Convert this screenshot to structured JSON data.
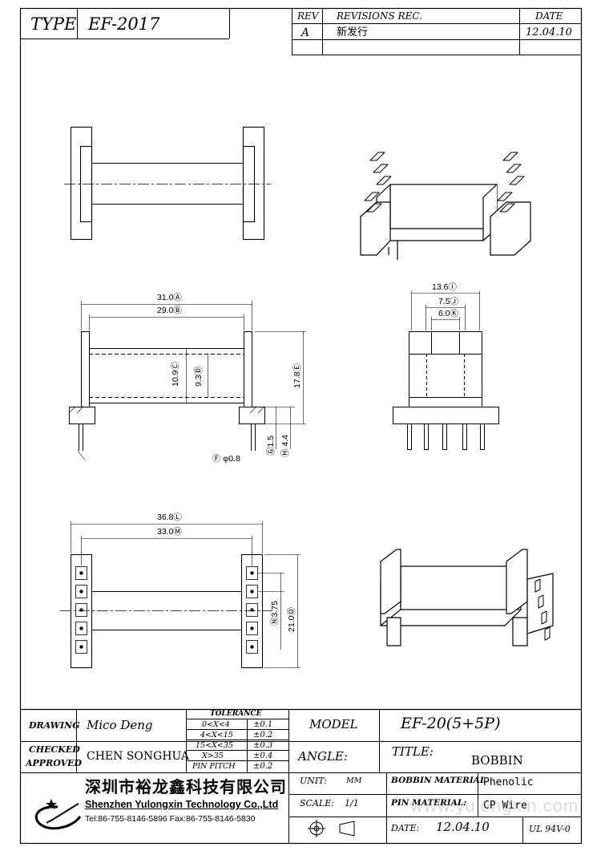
{
  "header": {
    "type_label": "TYPE",
    "type_value": "EF-2017",
    "rev_label": "REV",
    "revisions_label": "REVISIONS REC.",
    "date_label": "DATE",
    "rev_value": "A",
    "revision_text": "新发行",
    "revision_date": "12.04.10"
  },
  "dimensions": {
    "front_overall_width": "31.0Ⓐ",
    "front_inner_width": "29.0Ⓑ",
    "front_height_c": "10.9Ⓒ",
    "front_height_d": "9.3Ⓓ",
    "front_height_e": "17.8Ⓔ",
    "pin_diameter": "Ⓕ φ0.8",
    "pin_g": "Ⓖ1.5",
    "pin_h": "Ⓗ 4.4",
    "side_width_i": "13.6Ⓘ",
    "side_width_j": "7.5Ⓙ",
    "side_width_k": "6.0Ⓚ",
    "bottom_width_l": "36.8Ⓛ",
    "bottom_width_m": "33.0Ⓜ",
    "bottom_pitch_n": "Ⓝ3.75",
    "bottom_height_o": "21.0Ⓞ"
  },
  "titleblock": {
    "drawing_label": "DRAWING",
    "drawing_value": "Mico Deng",
    "checked_label": "CHECKED",
    "approved_label": "APPROVED",
    "approved_value": "CHEN SONGHUA",
    "tolerance_title": "TOLERANCE",
    "tolerances": [
      {
        "range": "0<X<4",
        "value": "±0.1"
      },
      {
        "range": "4<X<15",
        "value": "±0.2"
      },
      {
        "range": "15<X<35",
        "value": "±0.3"
      },
      {
        "range": "X>35",
        "value": "±0.4"
      },
      {
        "range": "PIN PITCH",
        "value": "±0.2"
      }
    ],
    "model_label": "MODEL",
    "model_value": "EF-20(5+5P)",
    "angle_label": "ANGLE:",
    "title_label": "TITLE:",
    "title_value": "BOBBIN",
    "company_cn": "深圳市裕龙鑫科技有限公司",
    "company_en": "Shenzhen Yulongxin Technology Co.,Ltd",
    "contact": "Tel:86-755-8146-5896  Fax:86-755-8146-5830",
    "unit_label": "UNIT:",
    "unit_value": "MM",
    "scale_label": "SCALE:",
    "scale_value": "1/1",
    "bobbin_material_label": "BOBBIN MATERIAL",
    "bobbin_material_value": "Phenolic",
    "pin_material_label": "PIN MATERIAL:",
    "pin_material_value": "CP Wire",
    "date_label": "DATE:",
    "date_value": "12.04.10",
    "ul_value": "UL 94V-0",
    "watermark": "www.yulongxin.com"
  }
}
